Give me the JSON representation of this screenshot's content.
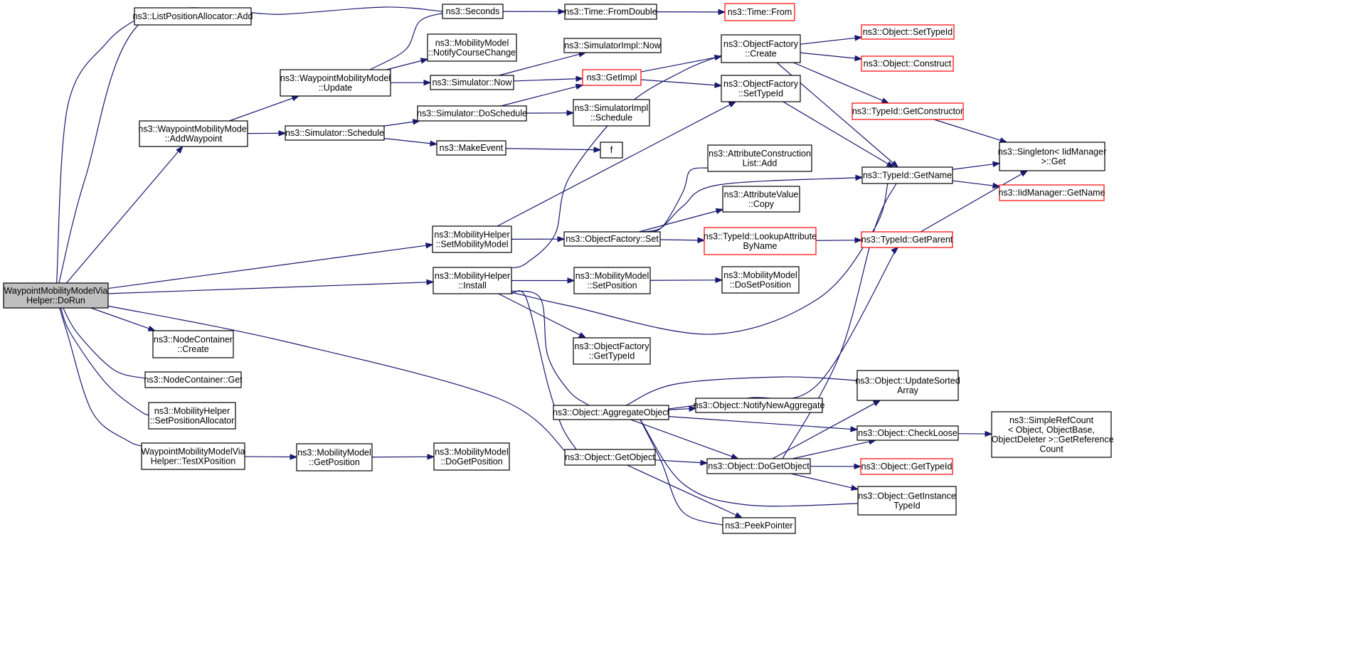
{
  "graph": {
    "colors": {
      "edge": "#191970",
      "external_border": "#ff0000",
      "root_fill": "#bfbfbf",
      "node_border": "#000000"
    },
    "nodes": [
      {
        "id": "n0",
        "lines": [
          "WaypointMobilityModelVia",
          "Helper::DoRun"
        ],
        "kind": "root"
      },
      {
        "id": "n1",
        "lines": [
          "ns3::ListPositionAllocator::Add"
        ],
        "kind": "normal"
      },
      {
        "id": "n2",
        "lines": [
          "ns3::Seconds"
        ],
        "kind": "normal"
      },
      {
        "id": "n3",
        "lines": [
          "ns3::Time::FromDouble"
        ],
        "kind": "normal"
      },
      {
        "id": "n4",
        "lines": [
          "ns3::Time::From"
        ],
        "kind": "external"
      },
      {
        "id": "n5",
        "lines": [
          "ns3::MobilityModel",
          "::NotifyCourseChange"
        ],
        "kind": "normal"
      },
      {
        "id": "n6",
        "lines": [
          "ns3::SimulatorImpl::Now"
        ],
        "kind": "normal"
      },
      {
        "id": "n7",
        "lines": [
          "ns3::WaypointMobilityModel",
          "::Update"
        ],
        "kind": "normal"
      },
      {
        "id": "n8",
        "lines": [
          "ns3::Simulator::Now"
        ],
        "kind": "normal"
      },
      {
        "id": "n9",
        "lines": [
          "ns3::GetImpl"
        ],
        "kind": "external"
      },
      {
        "id": "n10",
        "lines": [
          "ns3::ObjectFactory",
          "::Create"
        ],
        "kind": "normal"
      },
      {
        "id": "n11",
        "lines": [
          "ns3::Object::SetTypeId"
        ],
        "kind": "external"
      },
      {
        "id": "n12",
        "lines": [
          "ns3::Object::Construct"
        ],
        "kind": "external"
      },
      {
        "id": "n13",
        "lines": [
          "ns3::ObjectFactory",
          "::SetTypeId"
        ],
        "kind": "normal"
      },
      {
        "id": "n14",
        "lines": [
          "ns3::TypeId::GetConstructor"
        ],
        "kind": "external"
      },
      {
        "id": "n15",
        "lines": [
          "ns3::Simulator::DoSchedule"
        ],
        "kind": "normal"
      },
      {
        "id": "n16",
        "lines": [
          "ns3::SimulatorImpl",
          "::Schedule"
        ],
        "kind": "normal"
      },
      {
        "id": "n17",
        "lines": [
          "ns3::WaypointMobilityModel",
          "::AddWaypoint"
        ],
        "kind": "normal"
      },
      {
        "id": "n18",
        "lines": [
          "ns3::Simulator::Schedule"
        ],
        "kind": "normal"
      },
      {
        "id": "n19",
        "lines": [
          "ns3::MakeEvent"
        ],
        "kind": "normal"
      },
      {
        "id": "n20",
        "lines": [
          "f"
        ],
        "kind": "normal"
      },
      {
        "id": "n21",
        "lines": [
          "ns3::AttributeConstruction",
          "List::Add"
        ],
        "kind": "normal"
      },
      {
        "id": "n22",
        "lines": [
          "ns3::Singleton< IidManager",
          " >::Get"
        ],
        "kind": "normal"
      },
      {
        "id": "n23",
        "lines": [
          "ns3::TypeId::GetName"
        ],
        "kind": "normal"
      },
      {
        "id": "n24",
        "lines": [
          "ns3::IidManager::GetName"
        ],
        "kind": "external"
      },
      {
        "id": "n25",
        "lines": [
          "ns3::AttributeValue",
          "::Copy"
        ],
        "kind": "normal"
      },
      {
        "id": "n26",
        "lines": [
          "ns3::MobilityHelper",
          "::SetMobilityModel"
        ],
        "kind": "normal"
      },
      {
        "id": "n27",
        "lines": [
          "ns3::ObjectFactory::Set"
        ],
        "kind": "normal"
      },
      {
        "id": "n28",
        "lines": [
          "ns3::TypeId::LookupAttribute",
          "ByName"
        ],
        "kind": "external"
      },
      {
        "id": "n29",
        "lines": [
          "ns3::TypeId::GetParent"
        ],
        "kind": "external"
      },
      {
        "id": "n30",
        "lines": [
          "ns3::MobilityHelper",
          "::Install"
        ],
        "kind": "normal"
      },
      {
        "id": "n31",
        "lines": [
          "ns3::MobilityModel",
          "::SetPosition"
        ],
        "kind": "normal"
      },
      {
        "id": "n32",
        "lines": [
          "ns3::MobilityModel",
          "::DoSetPosition"
        ],
        "kind": "normal"
      },
      {
        "id": "n33",
        "lines": [
          "ns3::NodeContainer",
          "::Create"
        ],
        "kind": "normal"
      },
      {
        "id": "n34",
        "lines": [
          "ns3::ObjectFactory",
          "::GetTypeId"
        ],
        "kind": "normal"
      },
      {
        "id": "n35",
        "lines": [
          "ns3::NodeContainer::Get"
        ],
        "kind": "normal"
      },
      {
        "id": "n36",
        "lines": [
          "ns3::Object::UpdateSorted",
          "Array"
        ],
        "kind": "normal"
      },
      {
        "id": "n37",
        "lines": [
          "ns3::Object::AggregateObject"
        ],
        "kind": "normal"
      },
      {
        "id": "n38",
        "lines": [
          "ns3::Object::NotifyNewAggregate"
        ],
        "kind": "normal"
      },
      {
        "id": "n39",
        "lines": [
          "ns3::MobilityHelper",
          "::SetPositionAllocator"
        ],
        "kind": "normal"
      },
      {
        "id": "n40",
        "lines": [
          "ns3::SimpleRefCount",
          "< Object, ObjectBase,",
          " ObjectDeleter >::GetReference",
          "Count"
        ],
        "kind": "normal"
      },
      {
        "id": "n41",
        "lines": [
          "ns3::Object::CheckLoose"
        ],
        "kind": "normal"
      },
      {
        "id": "n42",
        "lines": [
          "WaypointMobilityModelVia",
          "Helper::TestXPosition"
        ],
        "kind": "normal"
      },
      {
        "id": "n43",
        "lines": [
          "ns3::MobilityModel",
          "::GetPosition"
        ],
        "kind": "normal"
      },
      {
        "id": "n44",
        "lines": [
          "ns3::MobilityModel",
          "::DoGetPosition"
        ],
        "kind": "normal"
      },
      {
        "id": "n45",
        "lines": [
          "ns3::Object::GetObject"
        ],
        "kind": "normal"
      },
      {
        "id": "n46",
        "lines": [
          "ns3::Object::DoGetObject"
        ],
        "kind": "normal"
      },
      {
        "id": "n47",
        "lines": [
          "ns3::Object::GetTypeId"
        ],
        "kind": "external"
      },
      {
        "id": "n48",
        "lines": [
          "ns3::Object::GetInstance",
          "TypeId"
        ],
        "kind": "normal"
      },
      {
        "id": "n49",
        "lines": [
          "ns3::PeekPointer"
        ],
        "kind": "normal"
      }
    ],
    "edges": [
      [
        "n0",
        "n1"
      ],
      [
        "n0",
        "n2"
      ],
      [
        "n0",
        "n17"
      ],
      [
        "n0",
        "n26"
      ],
      [
        "n0",
        "n30"
      ],
      [
        "n0",
        "n45"
      ],
      [
        "n0",
        "n33"
      ],
      [
        "n0",
        "n35"
      ],
      [
        "n0",
        "n39"
      ],
      [
        "n0",
        "n42"
      ],
      [
        "n2",
        "n3"
      ],
      [
        "n3",
        "n4"
      ],
      [
        "n7",
        "n2"
      ],
      [
        "n7",
        "n5"
      ],
      [
        "n7",
        "n8"
      ],
      [
        "n8",
        "n6"
      ],
      [
        "n8",
        "n9"
      ],
      [
        "n9",
        "n10"
      ],
      [
        "n9",
        "n13"
      ],
      [
        "n10",
        "n11"
      ],
      [
        "n10",
        "n12"
      ],
      [
        "n10",
        "n14"
      ],
      [
        "n10",
        "n23"
      ],
      [
        "n13",
        "n23"
      ],
      [
        "n14",
        "n22"
      ],
      [
        "n15",
        "n9"
      ],
      [
        "n15",
        "n16"
      ],
      [
        "n17",
        "n7"
      ],
      [
        "n17",
        "n18"
      ],
      [
        "n18",
        "n15"
      ],
      [
        "n18",
        "n19"
      ],
      [
        "n19",
        "n20"
      ],
      [
        "n23",
        "n22"
      ],
      [
        "n23",
        "n24"
      ],
      [
        "n29",
        "n22"
      ],
      [
        "n26",
        "n13"
      ],
      [
        "n26",
        "n27"
      ],
      [
        "n27",
        "n21"
      ],
      [
        "n27",
        "n25"
      ],
      [
        "n27",
        "n28"
      ],
      [
        "n27",
        "n23"
      ],
      [
        "n28",
        "n29"
      ],
      [
        "n30",
        "n10"
      ],
      [
        "n30",
        "n31"
      ],
      [
        "n30",
        "n34"
      ],
      [
        "n30",
        "n37"
      ],
      [
        "n30",
        "n45"
      ],
      [
        "n30",
        "n23"
      ],
      [
        "n31",
        "n32"
      ],
      [
        "n37",
        "n29"
      ],
      [
        "n37",
        "n36"
      ],
      [
        "n37",
        "n38"
      ],
      [
        "n37",
        "n41"
      ],
      [
        "n37",
        "n46"
      ],
      [
        "n37",
        "n48"
      ],
      [
        "n37",
        "n49"
      ],
      [
        "n41",
        "n40"
      ],
      [
        "n42",
        "n43"
      ],
      [
        "n43",
        "n44"
      ],
      [
        "n45",
        "n46"
      ],
      [
        "n45",
        "n49"
      ],
      [
        "n46",
        "n23"
      ],
      [
        "n46",
        "n36"
      ],
      [
        "n46",
        "n41"
      ],
      [
        "n46",
        "n47"
      ],
      [
        "n46",
        "n48"
      ]
    ]
  }
}
